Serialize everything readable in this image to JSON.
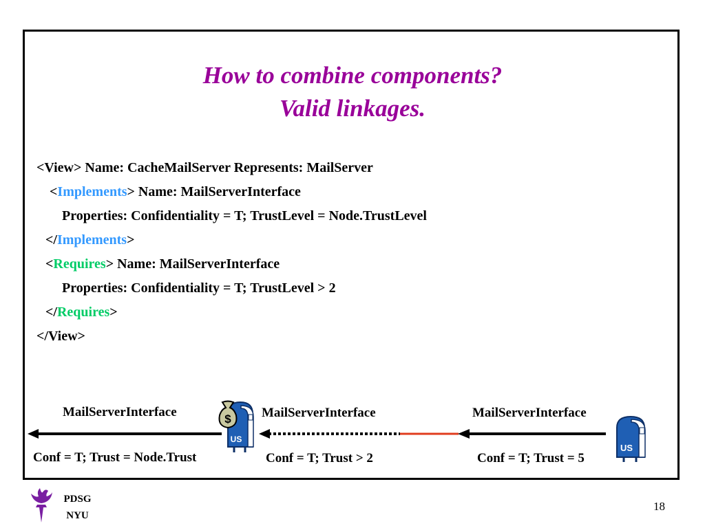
{
  "slide": {
    "title_line1": "How to combine components?",
    "title_line2": "Valid linkages.",
    "title_color": "#990099",
    "page_number": "18"
  },
  "code": {
    "line1": "<View> Name: CacheMailServer Represents: MailServer",
    "line2": {
      "open": "<",
      "keyword": "Implements",
      "rest": "> Name: MailServerInterface"
    },
    "line3": "Properties: Confidentiality = T; TrustLevel = Node.TrustLevel",
    "line4": {
      "open": "</",
      "keyword": "Implements",
      "close": ">"
    },
    "line5": {
      "open": "<",
      "keyword": "Requires",
      "rest": "> Name: MailServerInterface"
    },
    "line6": "Properties: Confidentiality = T; TrustLevel > 2",
    "line7": {
      "open": "</",
      "keyword": "Requires",
      "close": ">"
    },
    "line8": "</View>",
    "implements_color": "#3399ff",
    "requires_color": "#00cc66"
  },
  "diagram": {
    "left": {
      "interface_label": "MailServerInterface",
      "properties_label": "Conf = T; Trust = Node.Trust"
    },
    "middle": {
      "interface_label": "MailServerInterface",
      "properties_label": "Conf = T; Trust > 2"
    },
    "right": {
      "interface_label": "MailServerInterface",
      "properties_label": "Conf = T; Trust = 5"
    },
    "mailbox_text": "US",
    "money_symbol": "$",
    "link_color": "#e03c1e",
    "mailbox_color": "#1f5fb4"
  },
  "footer": {
    "org_line1": "PDSG",
    "org_line2": "NYU",
    "logo": "nyu-torch-icon",
    "logo_color": "#7a1fa2"
  }
}
